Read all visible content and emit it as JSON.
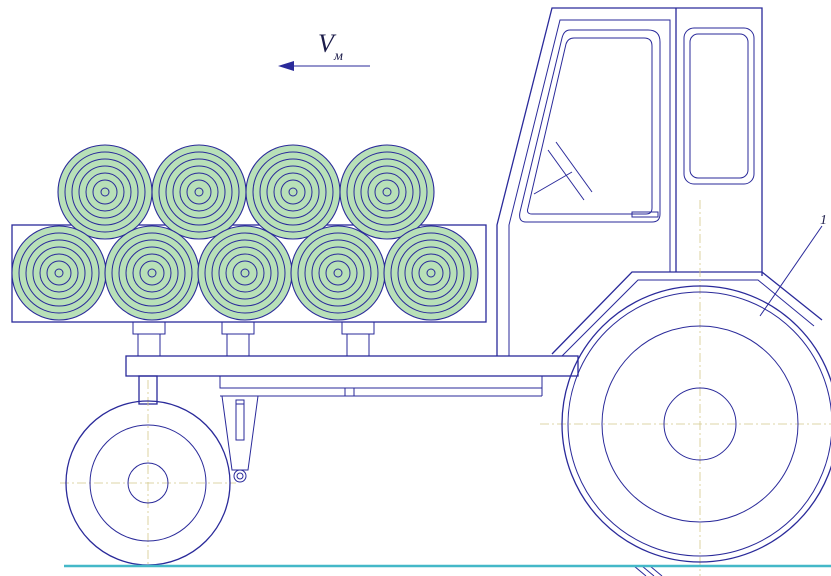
{
  "labels": {
    "velocity_symbol": "V",
    "velocity_subscript": "м",
    "leader_label": "1"
  },
  "colors": {
    "line": "#2a2a9a",
    "bale_fill": "#b8e0b8",
    "center_line": "#d4c98a",
    "ground": "#44b8c8",
    "background": "#ffffff"
  },
  "bales": {
    "top_row_count": 4,
    "bottom_row_count": 5
  }
}
